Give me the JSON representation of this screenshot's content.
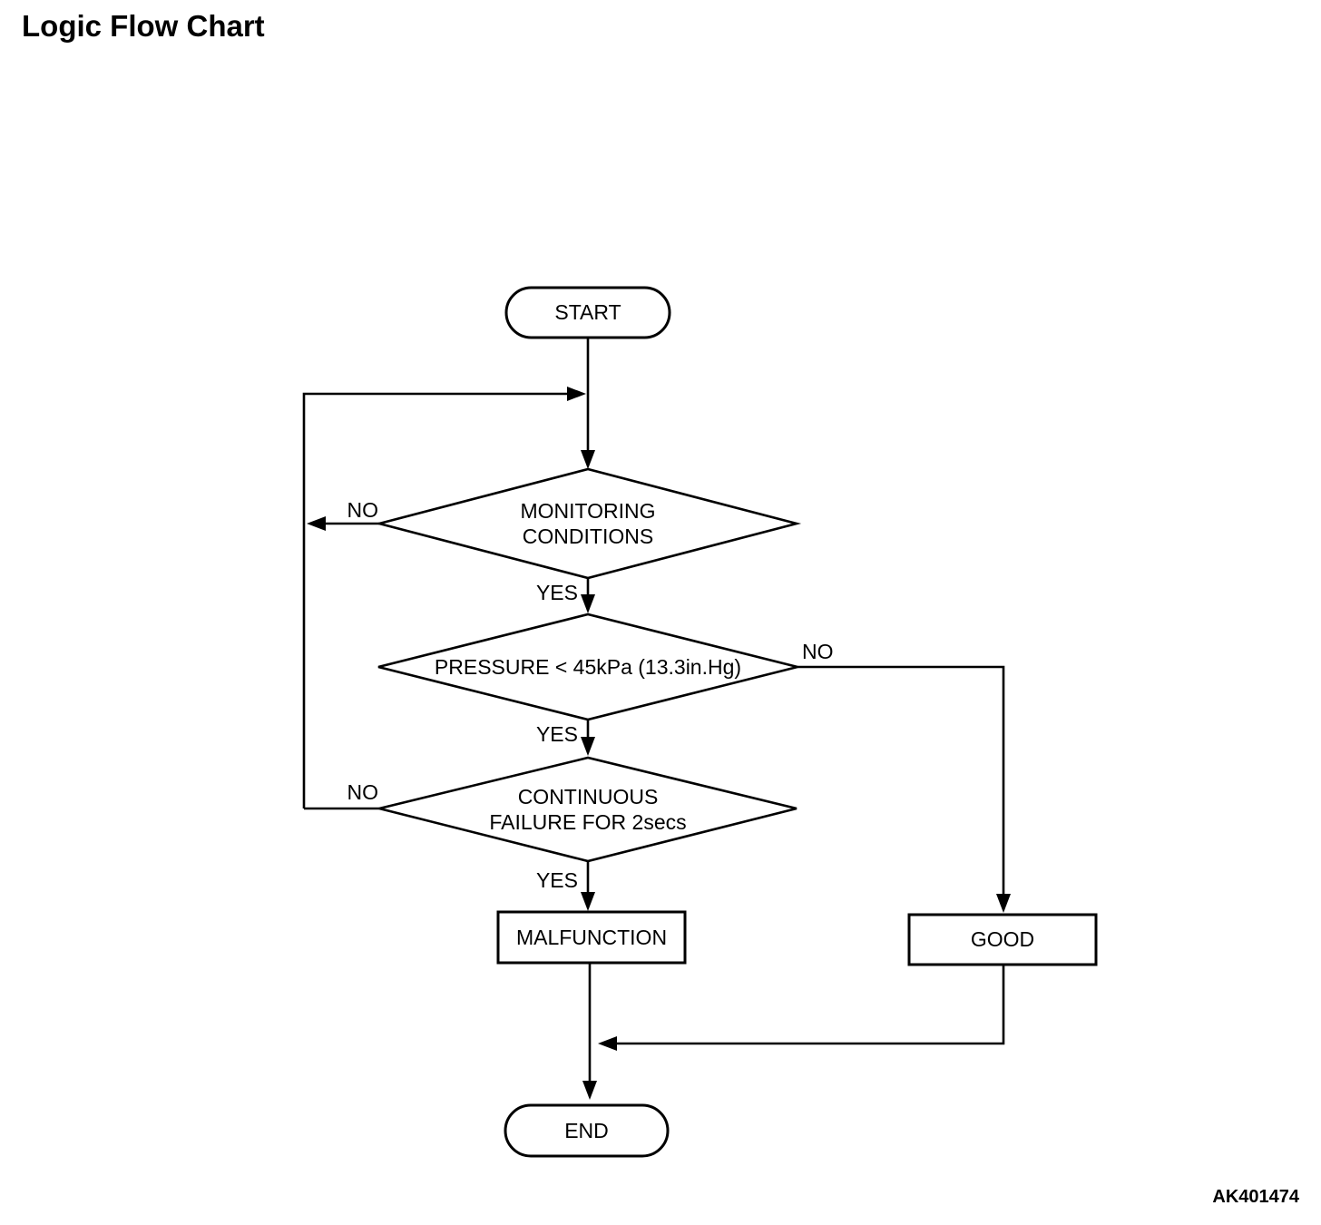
{
  "page": {
    "title": "Logic Flow Chart",
    "figure_code": "AK401474",
    "background_color": "#ffffff",
    "line_color": "#000000"
  },
  "nodes": {
    "start": {
      "label": "START"
    },
    "monitoring": {
      "label": "MONITORING\nCONDITIONS"
    },
    "pressure": {
      "label": "PRESSURE < 45kPa (13.3in.Hg)"
    },
    "continuous": {
      "label": "CONTINUOUS\nFAILURE FOR 2secs"
    },
    "malfunction": {
      "label": "MALFUNCTION"
    },
    "good": {
      "label": "GOOD"
    },
    "end": {
      "label": "END"
    }
  },
  "edges": {
    "monitoring_no": "NO",
    "monitoring_yes": "YES",
    "pressure_no": "NO",
    "pressure_yes": "YES",
    "continuous_no": "NO",
    "continuous_yes": "YES"
  }
}
